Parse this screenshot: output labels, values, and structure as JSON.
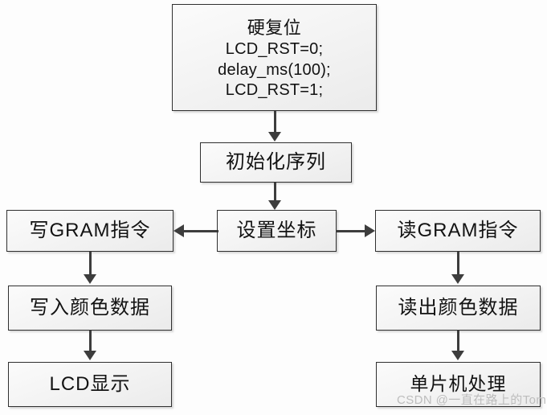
{
  "diagram": {
    "type": "flowchart",
    "title": "LCD driver flow",
    "background_color": "#fdfdfd",
    "box_fill_color": "#f4f4f4",
    "box_border_color": "#303030",
    "connector_color": "#3d3d3d",
    "nodes": [
      {
        "id": "hard-reset",
        "title": "硬复位",
        "code_lines": [
          "LCD_RST=0;",
          "delay_ms(100);",
          "LCD_RST=1;"
        ]
      },
      {
        "id": "init-seq",
        "label": "初始化序列"
      },
      {
        "id": "write-gram",
        "label": "写GRAM指令"
      },
      {
        "id": "set-coord",
        "label": "设置坐标"
      },
      {
        "id": "read-gram",
        "label": "读GRAM指令"
      },
      {
        "id": "write-data",
        "label": "写入颜色数据"
      },
      {
        "id": "read-data",
        "label": "读出颜色数据"
      },
      {
        "id": "lcd-show",
        "label": "LCD显示"
      },
      {
        "id": "mcu-proc",
        "label": "单片机处理"
      }
    ],
    "edges": [
      {
        "from": "hard-reset",
        "to": "init-seq",
        "direction": "down"
      },
      {
        "from": "init-seq",
        "to": "set-coord",
        "direction": "down"
      },
      {
        "from": "set-coord",
        "to": "write-gram",
        "direction": "left"
      },
      {
        "from": "set-coord",
        "to": "read-gram",
        "direction": "right"
      },
      {
        "from": "write-gram",
        "to": "write-data",
        "direction": "down"
      },
      {
        "from": "read-gram",
        "to": "read-data",
        "direction": "down"
      },
      {
        "from": "write-data",
        "to": "lcd-show",
        "direction": "down"
      },
      {
        "from": "read-data",
        "to": "mcu-proc",
        "direction": "down"
      }
    ]
  },
  "watermark": {
    "text": "CSDN @一直在路上的Tom",
    "color": "#bdbdbd"
  }
}
